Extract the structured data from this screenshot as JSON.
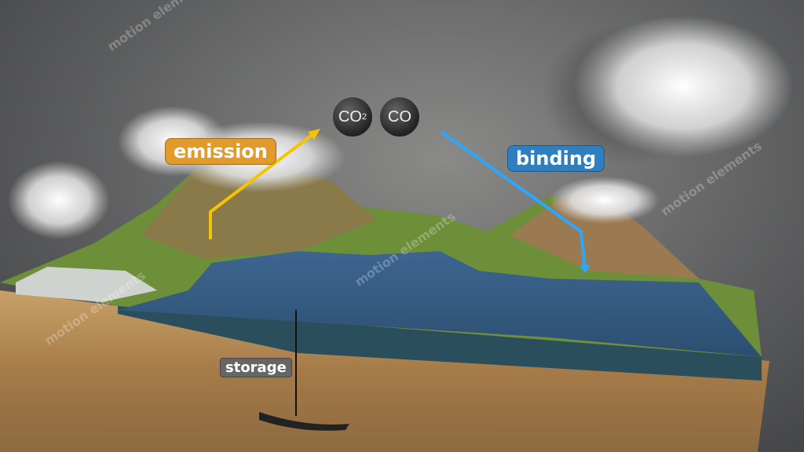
{
  "labels": {
    "emission": "emission",
    "binding": "binding",
    "storage": "storage"
  },
  "molecules": {
    "co2": "CO",
    "co2_sub": "2",
    "co": "CO"
  },
  "watermark": "motion elements",
  "colors": {
    "emission": "#e29a2a",
    "binding": "#2f7fc0",
    "emission_arrow": "#f5c400",
    "binding_arrow": "#2aa8ff"
  }
}
